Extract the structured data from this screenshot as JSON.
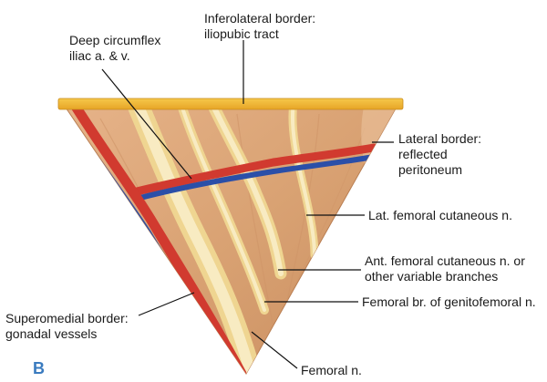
{
  "panel_letter": "B",
  "labels": {
    "inferolateral": [
      "Inferolateral border:",
      "iliopubic tract"
    ],
    "deep_circumflex": [
      "Deep circumflex",
      "iliac a. & v."
    ],
    "lateral_border": [
      "Lateral border:",
      "reflected",
      "peritoneum"
    ],
    "lat_fem_cutaneous": [
      "Lat. femoral cutaneous n."
    ],
    "ant_fem_cutaneous": [
      "Ant. femoral cutaneous n. or",
      "other variable branches"
    ],
    "femoral_br": [
      "Femoral br. of genitofemoral n."
    ],
    "superomedial": [
      "Superomedial border:",
      "gonadal vessels"
    ],
    "femoral_n": [
      "Femoral n."
    ]
  },
  "colors": {
    "background_tissue": "#d9a273",
    "iliopubic_tract": "#f0b030",
    "nerve": "#f3dfa4",
    "artery": "#d13a2f",
    "vein": "#2b4fa8",
    "panel_letter": "#3a7bbf"
  }
}
